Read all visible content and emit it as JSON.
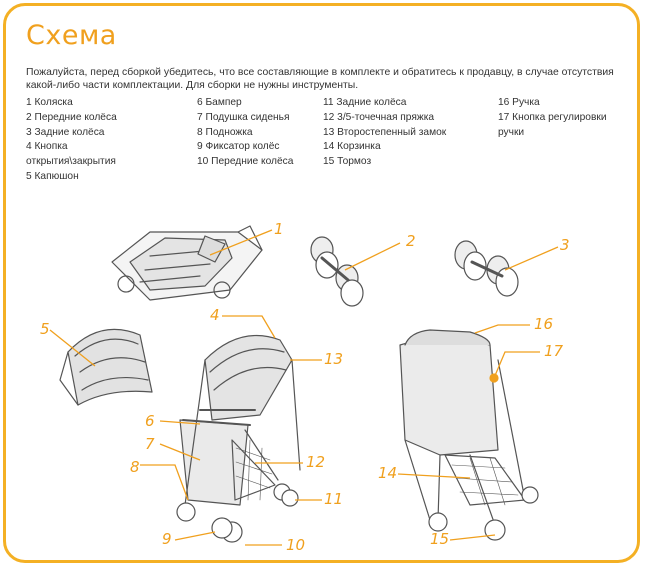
{
  "title": "Схема",
  "intro": "Пожалуйста, перед сборкой убедитесь, что все составляющие в комплекте и обратитесь к продавцу, в случае отсутствия какой-либо части комплектации. Для сборки не нужны инструменты.",
  "parts": {
    "col1": [
      "1 Коляска",
      "2 Передние колёса",
      "3 Задние колёса",
      "4 Кнопка",
      "открытия\\закрытия",
      "5 Капюшон"
    ],
    "col2": [
      "6 Бампер",
      "7 Подушка сиденья",
      "8 Подножка",
      "9 Фиксатор колёс",
      "10 Передние колёса"
    ],
    "col3": [
      "11 Задние колёса",
      "12 3/5-точечная пряжка",
      "13 Второстепенный замок",
      "14 Корзинка",
      "15 Тормоз"
    ],
    "col4": [
      "16 Ручка",
      "17 Кнопка регулировки",
      "ручки"
    ]
  },
  "callouts": [
    "1",
    "2",
    "3",
    "4",
    "5",
    "6",
    "7",
    "8",
    "9",
    "10",
    "11",
    "12",
    "13",
    "14",
    "15",
    "16",
    "17"
  ],
  "colors": {
    "accent": "#f0a01e",
    "frame": "#f4b024",
    "text": "#333333",
    "line": "#555555"
  }
}
